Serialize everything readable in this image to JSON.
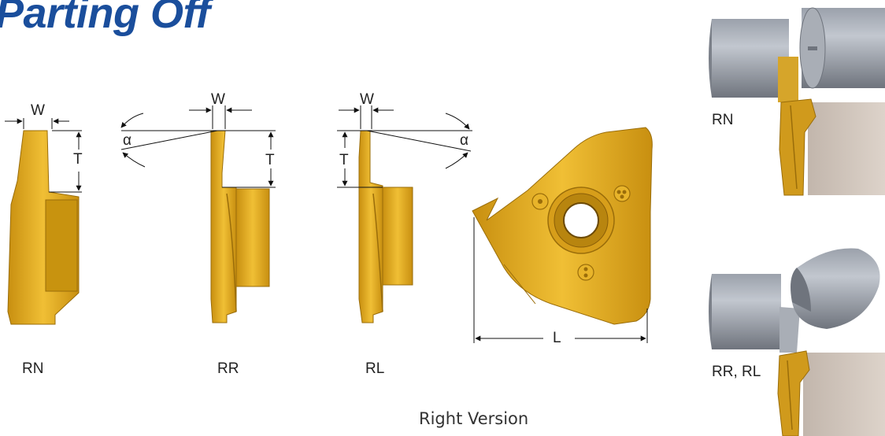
{
  "title": "Parting Off",
  "caption": "Right Version",
  "insert_labels": {
    "rn": "RN",
    "rr": "RR",
    "rl": "RL"
  },
  "dimensions": {
    "width": "W",
    "height": "T",
    "angle": "α",
    "length": "L"
  },
  "photo_labels": {
    "top": "RN",
    "bottom": "RR, RL"
  },
  "colors": {
    "title": "#1a4e9c",
    "insert_gold": "#e0a820",
    "insert_dark": "#b07c10",
    "cylinder": "#8d929c",
    "holder": "#d2c7bd"
  }
}
